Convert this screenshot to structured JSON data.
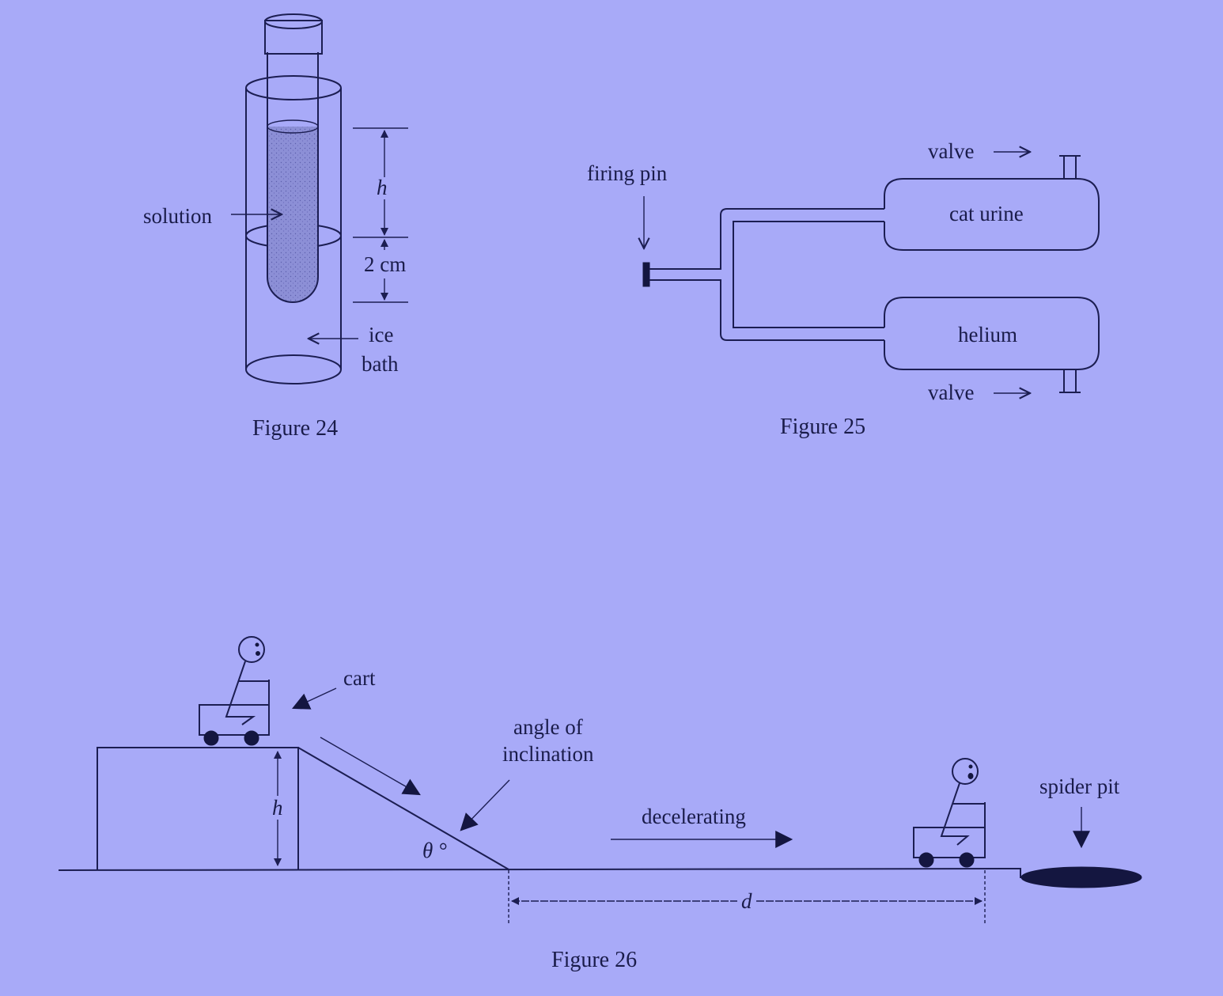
{
  "figure24": {
    "caption": "Figure 24",
    "label_solution": "solution",
    "label_h": "h",
    "label_2cm": "2 cm",
    "label_ice": "ice",
    "label_bath": "bath"
  },
  "figure25": {
    "caption": "Figure 25",
    "label_firing_pin": "firing pin",
    "label_valve_top": "valve",
    "label_valve_bottom": "valve",
    "label_cat_urine": "cat urine",
    "label_helium": "helium"
  },
  "figure26": {
    "caption": "Figure 26",
    "label_cart": "cart",
    "label_angle_line1": "angle of",
    "label_angle_line2": "inclination",
    "label_theta": "θ °",
    "label_h": "h",
    "label_decelerating": "decelerating",
    "label_spider_pit": "spider pit",
    "label_d": "d"
  },
  "colors": {
    "background": "#a8aaf8",
    "ink": "#1c1e52",
    "solution_fill": "#8c8fd6"
  }
}
